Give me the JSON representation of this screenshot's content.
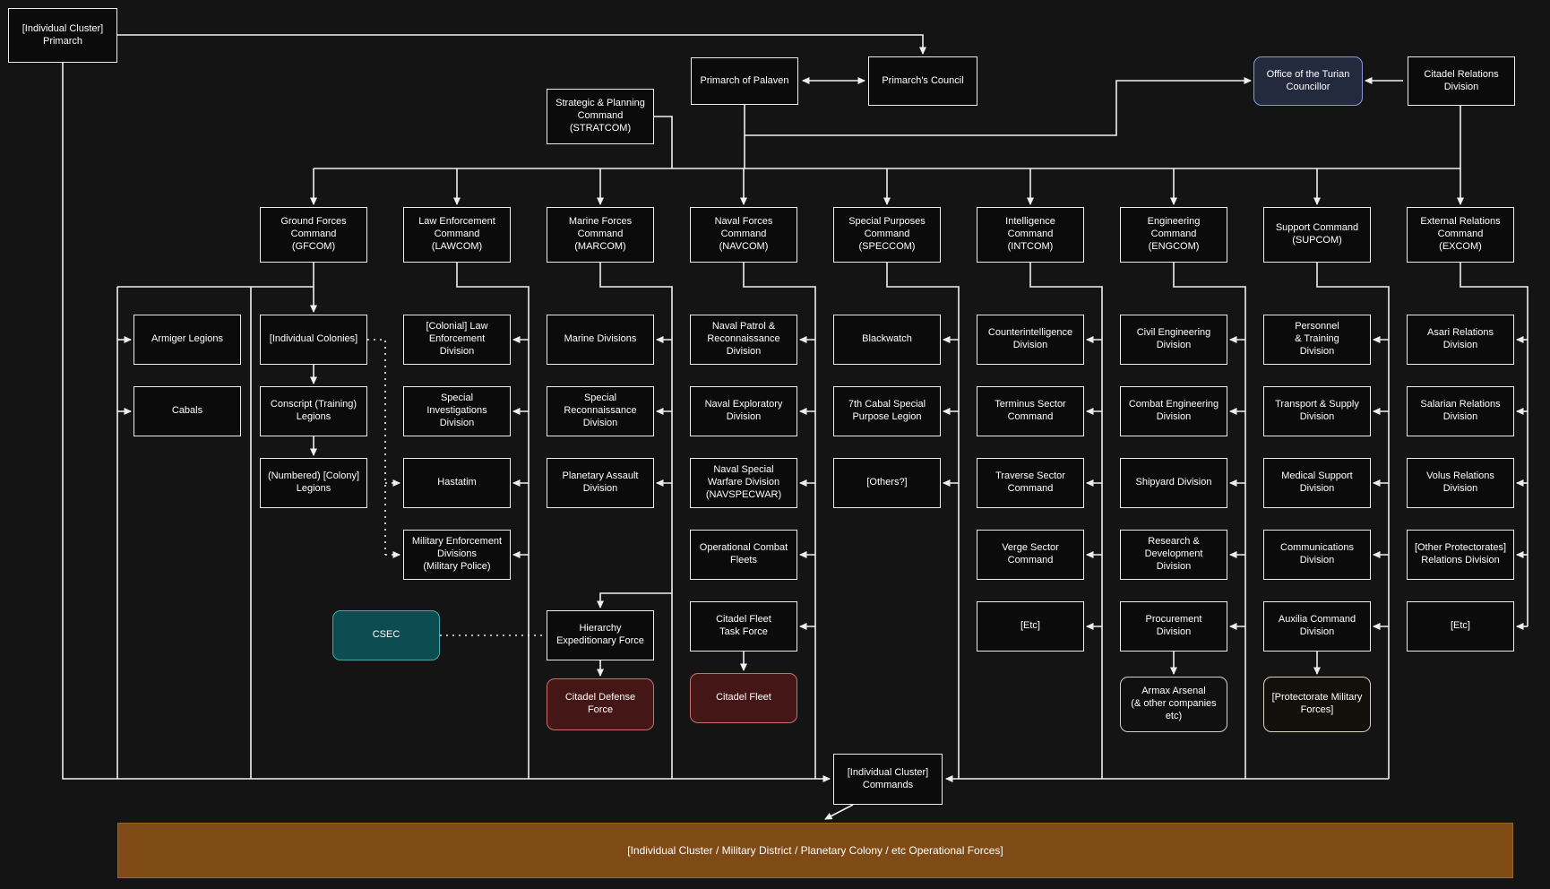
{
  "colors": {
    "background": "#141414",
    "box_fill": "#0b0b0b",
    "box_border": "#ededed",
    "text": "#ffffff",
    "line": "#f0f0f0",
    "navy_fill": "#242a3e",
    "navy_border": "#8d96d8",
    "teal_fill": "#0c4d52",
    "teal_border": "#43aab0",
    "red_fill": "#441616",
    "red_border": "#c4716a",
    "gray_fill": "#101010",
    "gray_border": "#d0d0d0",
    "pale_fill": "#11100a",
    "pale_border": "#d8d3bd",
    "bar_fill": "#7e4a16",
    "bar_border": "#9a662a"
  },
  "nodes": {
    "cluster_primarch": "[Individual Cluster]\nPrimarch",
    "primarch_of_palaven": "Primarch of Palaven",
    "primarchs_council": "Primarch's Council",
    "stratcom": "Strategic & Planning\nCommand\n(STRATCOM)",
    "office_turian_councillor": "Office of the Turian\nCouncillor",
    "citadel_relations": "Citadel Relations\nDivision",
    "gfcom": "Ground Forces\nCommand\n(GFCOM)",
    "lawcom": "Law Enforcement\nCommand\n(LAWCOM)",
    "marcom": "Marine Forces\nCommand\n(MARCOM)",
    "navcom": "Naval Forces\nCommand\n(NAVCOM)",
    "speccom": "Special Purposes\nCommand\n(SPECCOM)",
    "intcom": "Intelligence\nCommand\n(INTCOM)",
    "engcom": "Engineering\nCommand\n(ENGCOM)",
    "supcom": "Support Command\n(SUPCOM)",
    "excom": "External Relations\nCommand\n(EXCOM)",
    "armiger_legions": "Armiger Legions",
    "cabals": "Cabals",
    "individual_colonies": "[Individual Colonies]",
    "conscript_legions": "Conscript (Training)\nLegions",
    "numbered_colony_legions": "(Numbered) [Colony]\nLegions",
    "colonial_law_enforcement": "[Colonial] Law\nEnforcement\nDivision",
    "special_investigations": "Special\nInvestigations\nDivision",
    "hastatim": "Hastatim",
    "military_enforcement": "Military Enforcement\nDivisions\n(Military Police)",
    "marine_divisions": "Marine Divisions",
    "special_reconnaissance": "Special\nReconnaissance\nDivision",
    "planetary_assault": "Planetary Assault\nDivision",
    "hierarchy_expeditionary": "Hierarchy\nExpeditionary Force",
    "citadel_defense_force": "Citadel Defense\nForce",
    "naval_patrol": "Naval Patrol &\nReconnaissance\nDivision",
    "naval_exploratory": "Naval Exploratory\nDivision",
    "navspecwar": "Naval Special\nWarfare Division\n(NAVSPECWAR)",
    "operational_combat_fleets": "Operational Combat\nFleets",
    "citadel_fleet_task_force": "Citadel Fleet\nTask Force",
    "citadel_fleet": "Citadel Fleet",
    "blackwatch": "Blackwatch",
    "seventh_cabal": "7th Cabal Special\nPurpose Legion",
    "others": "[Others?]",
    "counterintelligence": "Counterintelligence\nDivision",
    "terminus_sector": "Terminus Sector\nCommand",
    "traverse_sector": "Traverse Sector\nCommand",
    "verge_sector": "Verge Sector\nCommand",
    "etc_intcom": "[Etc]",
    "civil_engineering": "Civil Engineering\nDivision",
    "combat_engineering": "Combat Engineering\nDivision",
    "shipyard": "Shipyard Division",
    "research_development": "Research &\nDevelopment\nDivision",
    "procurement": "Procurement\nDivision",
    "armax_arsenal": "Armax Arsenal\n(& other companies\netc)",
    "personnel_training": "Personnel\n& Training\nDivision",
    "transport_supply": "Transport & Supply\nDivision",
    "medical_support": "Medical Support\nDivision",
    "communications": "Communications\nDivision",
    "auxilia_command": "Auxilia Command\nDivision",
    "protectorate_military": "[Protectorate Military\nForces]",
    "asari_relations": "Asari Relations\nDivision",
    "salarian_relations": "Salarian Relations\nDivision",
    "volus_relations": "Volus Relations\nDivision",
    "other_protectorates": "[Other Protectorates]\nRelations Division",
    "etc_excom": "[Etc]",
    "csec": "CSEC",
    "cluster_commands": "[Individual Cluster]\nCommands",
    "operational_forces": "[Individual Cluster / Military District / Planetary Colony / etc Operational Forces]"
  }
}
